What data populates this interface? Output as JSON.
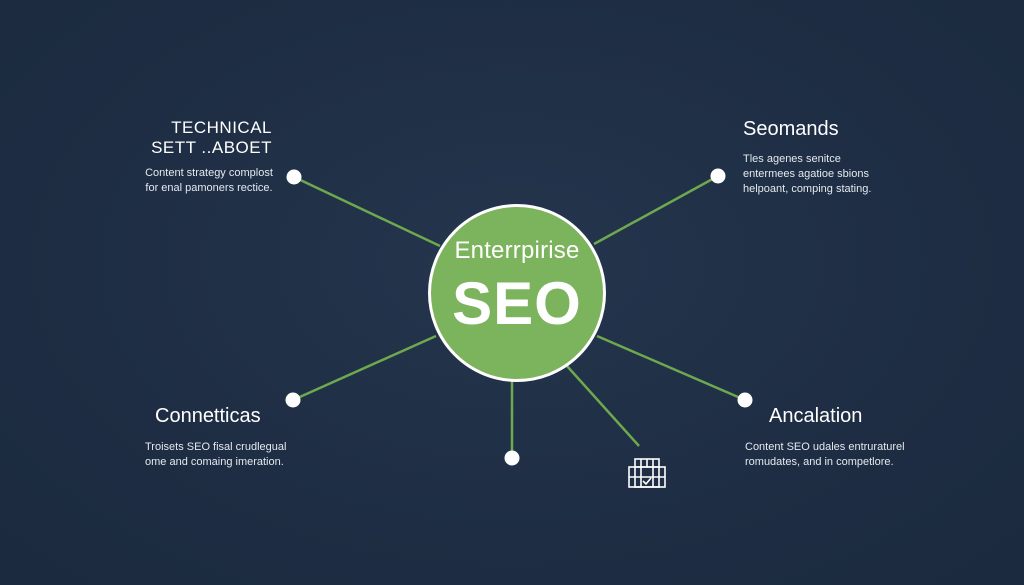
{
  "hub": {
    "line1": "Enterrpirise",
    "line2": "SEO"
  },
  "colors": {
    "background": "#1f2f45",
    "hub_fill": "#7cb35d",
    "connector": "#6ea84f",
    "node": "#ffffff"
  },
  "nodes": {
    "top_left": {
      "title_line1": "TECHNICAL",
      "title_line2": "SETT ..ABOET",
      "desc_line1": "Content strategy complost",
      "desc_line2": "for enal pamoners rectice."
    },
    "top_right": {
      "title": "Seomands",
      "desc_line1": "Tles agenes senitce",
      "desc_line2": "entermees agatioe sbions",
      "desc_line3": "helpoant, comping stating."
    },
    "bottom_left": {
      "title": "Connetticas",
      "desc_line1": "Troisets SEO fisal crudlegual",
      "desc_line2": "ome and comaing imeration."
    },
    "bottom_right": {
      "title": "Ancalation",
      "desc_line1": "Content SEO udales entruraturel",
      "desc_line2": "romudates, and in competlore."
    },
    "bottom_center": {},
    "bottom_icon": {
      "icon": "building-icon"
    }
  }
}
